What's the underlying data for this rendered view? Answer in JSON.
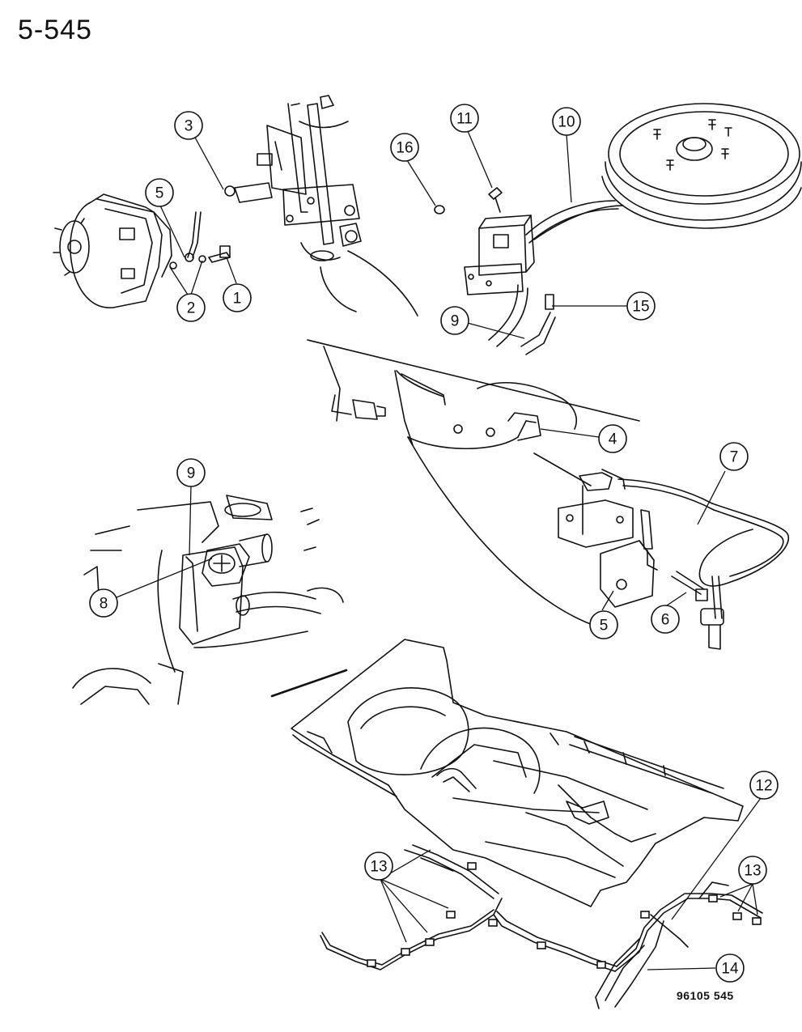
{
  "page_number": "5-545",
  "diagram_code": "96105 545",
  "callouts": [
    {
      "id": "c1",
      "label": "1"
    },
    {
      "id": "c2",
      "label": "2"
    },
    {
      "id": "c3",
      "label": "3"
    },
    {
      "id": "c4",
      "label": "4"
    },
    {
      "id": "c5a",
      "label": "5"
    },
    {
      "id": "c5b",
      "label": "5"
    },
    {
      "id": "c6",
      "label": "6"
    },
    {
      "id": "c7",
      "label": "7"
    },
    {
      "id": "c8",
      "label": "8"
    },
    {
      "id": "c9a",
      "label": "9"
    },
    {
      "id": "c9b",
      "label": "9"
    },
    {
      "id": "c10",
      "label": "10"
    },
    {
      "id": "c11",
      "label": "11"
    },
    {
      "id": "c12",
      "label": "12"
    },
    {
      "id": "c13a",
      "label": "13"
    },
    {
      "id": "c13b",
      "label": "13"
    },
    {
      "id": "c14",
      "label": "14"
    },
    {
      "id": "c15",
      "label": "15"
    },
    {
      "id": "c16",
      "label": "16"
    }
  ]
}
